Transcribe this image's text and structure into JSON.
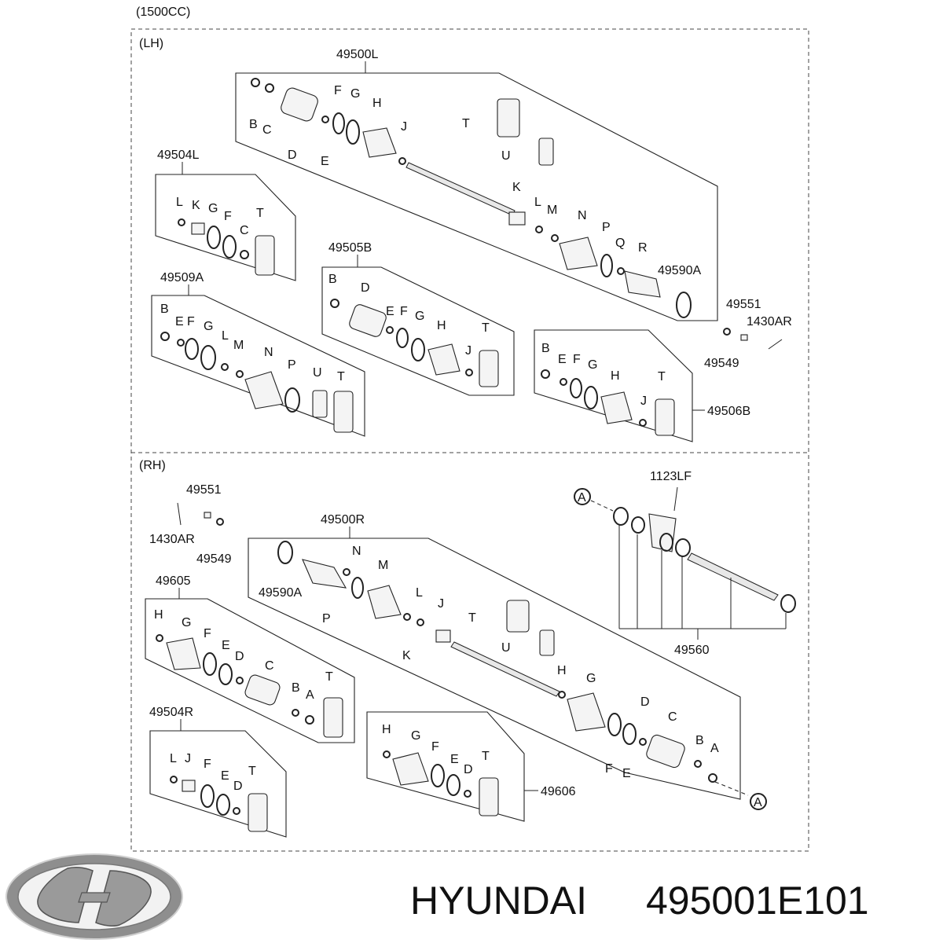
{
  "header": {
    "engine": "(1500CC)"
  },
  "lh": {
    "section": "(LH)",
    "assembly_49500L": {
      "code": "49500L",
      "parts": [
        "B",
        "C",
        "D",
        "E",
        "F",
        "G",
        "H",
        "J",
        "T",
        "U",
        "K",
        "L",
        "M",
        "N",
        "P",
        "Q",
        "R"
      ],
      "tone_ring": "49590A"
    },
    "kit_49504L": {
      "code": "49504L",
      "parts": [
        "L",
        "K",
        "G",
        "F",
        "C",
        "T"
      ]
    },
    "kit_49509A": {
      "code": "49509A",
      "parts": [
        "B",
        "E",
        "F",
        "G",
        "L",
        "M",
        "N",
        "P",
        "U",
        "T"
      ]
    },
    "kit_49505B": {
      "code": "49505B",
      "parts": [
        "B",
        "D",
        "E",
        "F",
        "G",
        "H",
        "J",
        "T"
      ]
    },
    "kit_49506B": {
      "code": "49506B",
      "parts": [
        "B",
        "E",
        "F",
        "G",
        "H",
        "J",
        "T"
      ]
    },
    "hardware": {
      "nut": "49551",
      "pin": "1430AR",
      "washer": "49549"
    }
  },
  "rh": {
    "section": "(RH)",
    "hardware": {
      "nut": "49551",
      "pin": "1430AR",
      "washer": "49549"
    },
    "assembly_49500R": {
      "code": "49500R",
      "tone_ring": "49590A",
      "parts": [
        "N",
        "M",
        "P",
        "L",
        "J",
        "K",
        "T",
        "U",
        "H",
        "G",
        "D",
        "C",
        "B",
        "A",
        "F",
        "E"
      ]
    },
    "kit_49605": {
      "code": "49605",
      "parts": [
        "H",
        "G",
        "F",
        "E",
        "D",
        "C",
        "B",
        "A",
        "T"
      ]
    },
    "kit_49504R": {
      "code": "49504R",
      "parts": [
        "L",
        "J",
        "F",
        "E",
        "D",
        "T"
      ]
    },
    "kit_49606": {
      "code": "49606",
      "parts": [
        "H",
        "G",
        "F",
        "E",
        "D",
        "T"
      ]
    },
    "intermediate_shaft": {
      "code": "49560",
      "bolt": "1123LF",
      "marker": "A"
    }
  },
  "footer": {
    "brand": "HYUNDAI",
    "part_number": "495001E101"
  }
}
